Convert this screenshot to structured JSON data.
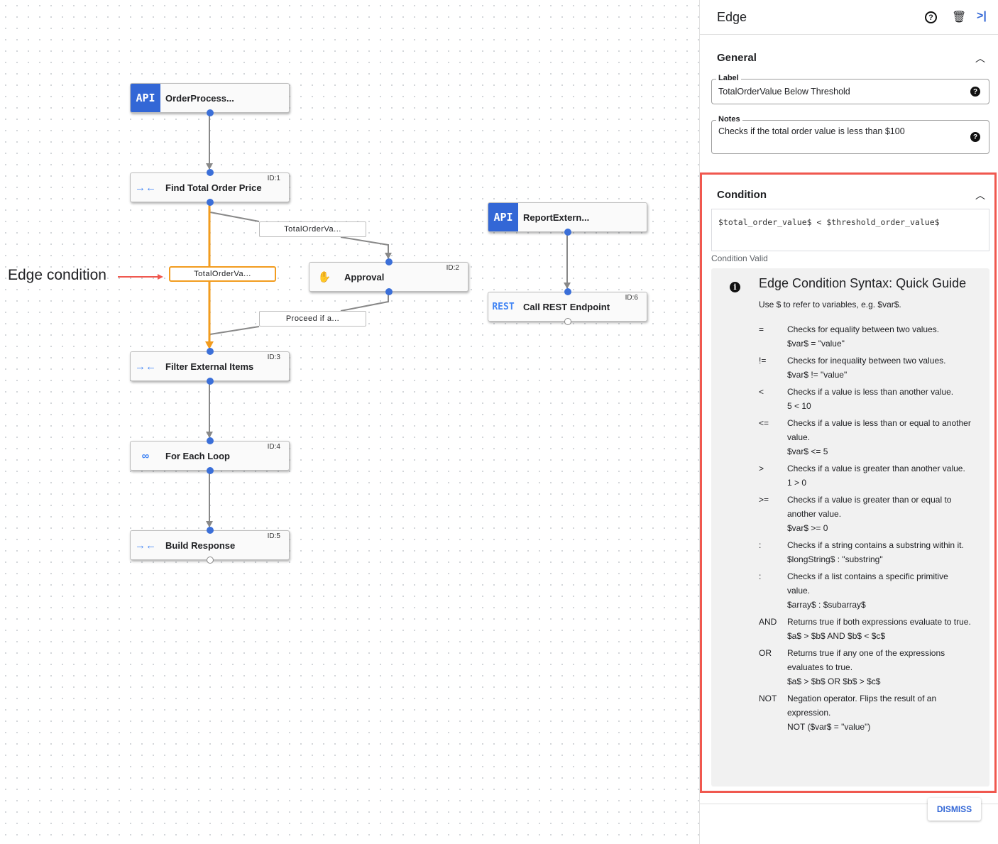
{
  "annotation": {
    "text": "Edge condition",
    "color": "#f0584f"
  },
  "nodes": [
    {
      "name": "OrderProcess...",
      "icon": "API",
      "type": "api"
    },
    {
      "name": "Find Total Order Price",
      "id": "ID:1",
      "icon": "merge-arrows-icon"
    },
    {
      "name": "Approval",
      "id": "ID:2",
      "icon": "hand-icon"
    },
    {
      "name": "Filter External Items",
      "id": "ID:3",
      "icon": "merge-arrows-icon"
    },
    {
      "name": "For Each Loop",
      "id": "ID:4",
      "icon": "loop-icon"
    },
    {
      "name": "Build Response",
      "id": "ID:5",
      "icon": "merge-arrows-icon"
    },
    {
      "name": "ReportExtern...",
      "icon": "API",
      "type": "api"
    },
    {
      "name": "Call REST Endpoint",
      "id": "ID:6",
      "icon": "REST"
    }
  ],
  "edge_labels": [
    "TotalOrderVa...",
    "TotalOrderVa...",
    "Proceed if a..."
  ],
  "colors": {
    "selected_edge": "#f29c1f",
    "port": "#3b6fd8",
    "api": "#3367d6"
  },
  "panel": {
    "title": "Edge",
    "general": {
      "title": "General",
      "label_legend": "Label",
      "label_value": "TotalOrderValue Below Threshold",
      "notes_legend": "Notes",
      "notes_value": "Checks if the total order value is less than $100"
    },
    "condition": {
      "title": "Condition",
      "expression": "$total_order_value$ < $threshold_order_value$",
      "status": "Condition Valid"
    },
    "guide": {
      "title": "Edge Condition Syntax: Quick Guide",
      "subtitle": "Use $ to refer to variables, e.g. $var$.",
      "operators": [
        {
          "op": "=",
          "desc": "Checks for equality between two values.",
          "ex": "$var$ = \"value\""
        },
        {
          "op": "!=",
          "desc": "Checks for inequality between two values.",
          "ex": "$var$ != \"value\""
        },
        {
          "op": "<",
          "desc": "Checks if a value is less than another value.",
          "ex": "5 < 10"
        },
        {
          "op": "<=",
          "desc": "Checks if a value is less than or equal to another value.",
          "ex": "$var$ <= 5"
        },
        {
          "op": ">",
          "desc": "Checks if a value is greater than another value.",
          "ex": "1 > 0"
        },
        {
          "op": ">=",
          "desc": "Checks if a value is greater than or equal to another value.",
          "ex": "$var$ >= 0"
        },
        {
          "op": ":",
          "desc": "Checks if a string contains a substring within it.",
          "ex": "$longString$ : \"substring\""
        },
        {
          "op": ":",
          "desc": "Checks if a list contains a specific primitive value.",
          "ex": "$array$ : $subarray$"
        },
        {
          "op": "AND",
          "desc": "Returns true if both expressions evaluate to true.",
          "ex": "$a$ > $b$ AND $b$ < $c$"
        },
        {
          "op": "OR",
          "desc": "Returns true if any one of the expressions evaluates to true.",
          "ex": "$a$ > $b$ OR $b$ > $c$"
        },
        {
          "op": "NOT",
          "desc": "Negation operator. Flips the result of an expression.",
          "ex": "NOT ($var$ = \"value\")"
        }
      ]
    },
    "dismiss": "DISMISS"
  }
}
